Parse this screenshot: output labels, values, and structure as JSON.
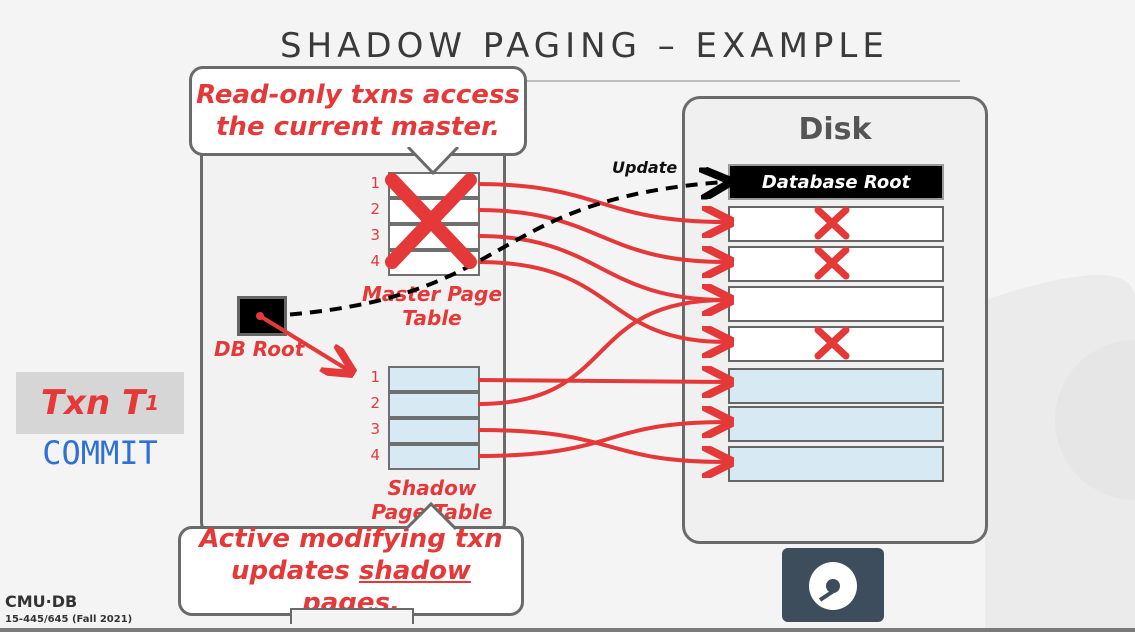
{
  "slide": {
    "title": "SHADOW PAGING – EXAMPLE"
  },
  "callouts": {
    "top": "Read-only txns access the current master.",
    "bottom_prefix": "Active modifying txn updates ",
    "bottom_emph": "shadow",
    "bottom_suffix": " pages."
  },
  "memory": {
    "db_root_label": "DB Root",
    "master_label": "Master Page Table",
    "shadow_label": "Shadow Page Table",
    "master_rows": [
      "1",
      "2",
      "3",
      "4"
    ],
    "shadow_rows": [
      "1",
      "2",
      "3",
      "4"
    ]
  },
  "disk": {
    "title": "Disk",
    "root_label": "Database Root",
    "update_label": "Update"
  },
  "txn": {
    "name": "Txn T",
    "subscript": "1",
    "status": "COMMIT"
  },
  "footer": {
    "logo": "CMU·DB",
    "course": "15-445/645 (Fall 2021)"
  },
  "colors": {
    "accent_red": "#e53939",
    "commit_blue": "#2f6fd8",
    "shadow_fill": "#d7eaf3"
  }
}
